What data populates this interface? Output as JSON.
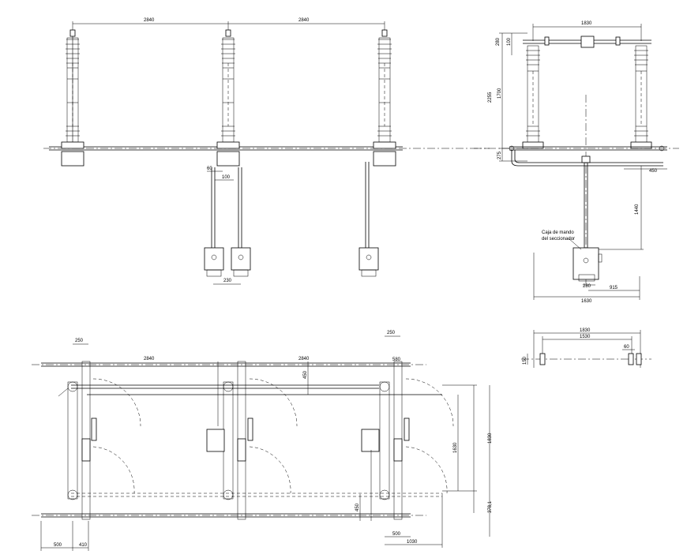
{
  "front_view": {
    "dims": {
      "span_left": "2840",
      "span_right": "2840",
      "d60": "60",
      "d100": "100",
      "d230": "230"
    }
  },
  "side_view": {
    "dims": {
      "w1830": "1830",
      "h280": "280",
      "h100": "100",
      "h2255": "2255",
      "h1700": "1700",
      "h275": "275",
      "w450": "450",
      "h1440": "1440",
      "w280": "280",
      "w1630": "1630",
      "w915": "915"
    },
    "label_line1": "Caja de mando",
    "label_line2": "del seccionador"
  },
  "plan_view": {
    "dims": {
      "t250a": "250",
      "t250b": "250",
      "s2840a": "2840",
      "s2840b": "2840",
      "d580": "580",
      "d450top": "450",
      "d1630": "1630",
      "d1830": "1830",
      "d450bot": "450",
      "d378": "378,1",
      "b500a": "500",
      "b410": "410",
      "b500b": "500",
      "b1030": "1030"
    }
  },
  "detail_view": {
    "dims": {
      "w1830": "1830",
      "w1530": "1530",
      "w60": "60",
      "h150": "150"
    }
  }
}
